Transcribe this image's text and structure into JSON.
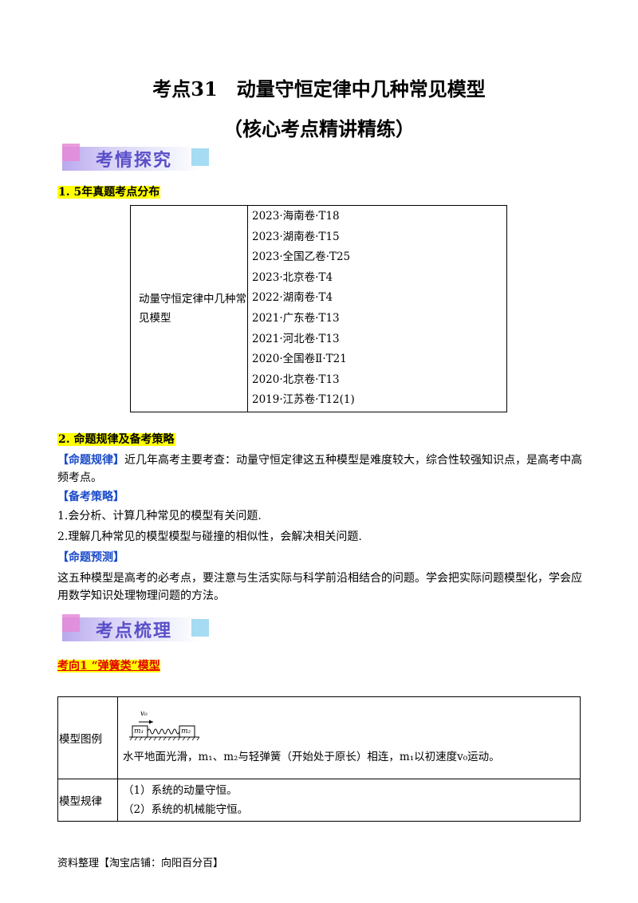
{
  "title": {
    "line1": "考点31　动量守恒定律中几种常见模型",
    "line2": "（核心考点精讲精练）"
  },
  "banners": {
    "first": "考情探究",
    "second": "考点梳理"
  },
  "section1": {
    "heading": "1. 5年真题考点分布",
    "table": {
      "left_cell": "动量守恒定律中几种常见模型",
      "items": [
        "2023·海南卷·T18",
        "2023·湖南卷·T15",
        "2023·全国乙卷·T25",
        "2023·北京卷·T4",
        "2022·湖南卷·T4",
        "2021·广东卷·T13",
        "2021·河北卷·T13",
        "2020·全国卷Ⅱ·T21",
        "2020·北京卷·T13",
        "2019·江苏卷·T12(1)"
      ]
    }
  },
  "section2": {
    "heading": "2.  命题规律及备考策略",
    "rule_label": "【命题规律】",
    "rule_text": "近几年高考主要考查：动量守恒定律这五种模型是难度较大，综合性较强知识点，是高考中高频考点。",
    "strategy_label": "【备考策略】",
    "strategy_items": [
      "1.会分析、计算几种常见的模型有关问题.",
      "2.理解几种常见的模型模型与碰撞的相似性，会解决相关问题."
    ],
    "forecast_label": "【命题预测】",
    "forecast_text": "这五种模型是高考的必考点，要注意与生活实际与科学前沿相结合的问题。学会把实际问题模型化，学会应用数学知识处理物理问题的方法。"
  },
  "kaoxiang": {
    "heading": "考向1 “弹簧类”模型"
  },
  "model_table": {
    "row1_label": "模型图例",
    "figure": {
      "velocity": "v₀",
      "m1": "m₁",
      "m2": "m₂"
    },
    "row1_text": "水平地面光滑，m₁、m₂与轻弹簧（开始处于原长）相连，m₁以初速度v₀运动。",
    "row2_label": "模型规律",
    "row2_items": [
      "（1）系统的动量守恒。",
      "（2）系统的机械能守恒。"
    ]
  },
  "footer": "资料整理【淘宝店铺：向阳百分百】"
}
